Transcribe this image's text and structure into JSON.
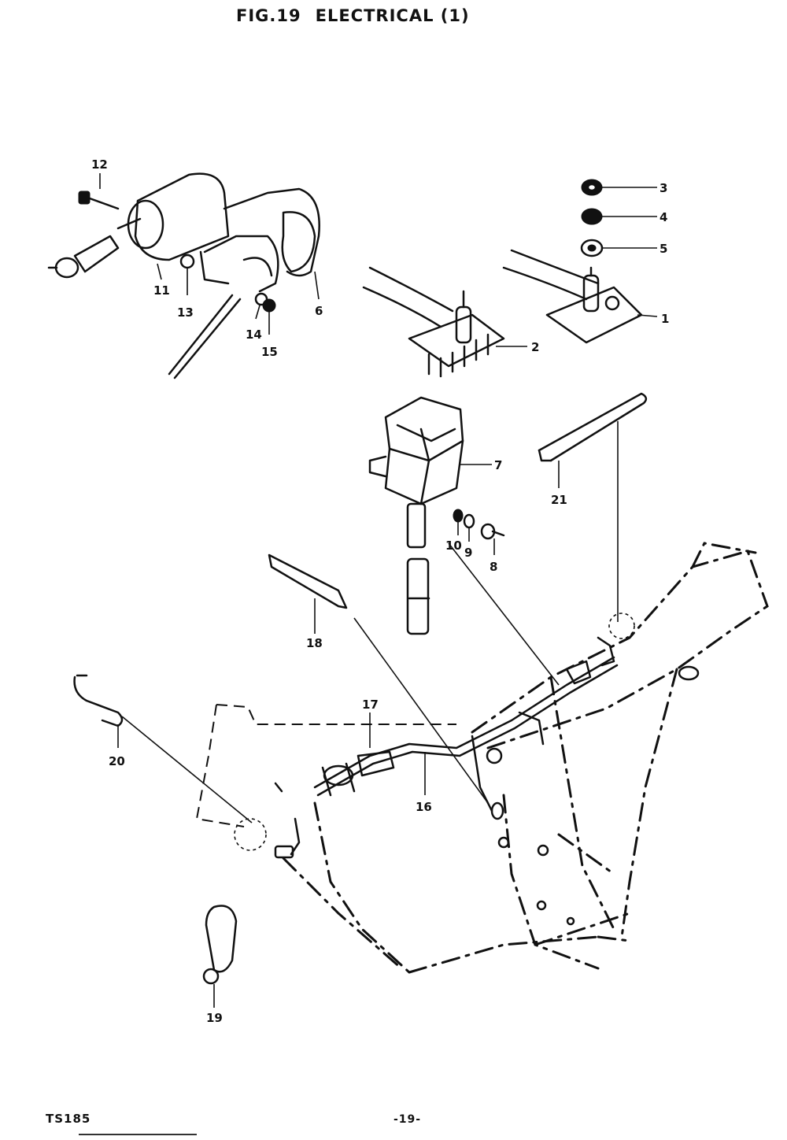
{
  "header": {
    "fig": "FIG.19",
    "title": "ELECTRICAL (1)"
  },
  "callouts": [
    {
      "id": "c1",
      "text": "1"
    },
    {
      "id": "c2",
      "text": "2"
    },
    {
      "id": "c3",
      "text": "3"
    },
    {
      "id": "c4",
      "text": "4"
    },
    {
      "id": "c5",
      "text": "5"
    },
    {
      "id": "c6",
      "text": "6"
    },
    {
      "id": "c7",
      "text": "7"
    },
    {
      "id": "c8",
      "text": "8"
    },
    {
      "id": "c9",
      "text": "9"
    },
    {
      "id": "c10",
      "text": "10"
    },
    {
      "id": "c11",
      "text": "11"
    },
    {
      "id": "c12",
      "text": "12"
    },
    {
      "id": "c13",
      "text": "13"
    },
    {
      "id": "c14",
      "text": "14"
    },
    {
      "id": "c15",
      "text": "15"
    },
    {
      "id": "c16",
      "text": "16"
    },
    {
      "id": "c17",
      "text": "17"
    },
    {
      "id": "c18",
      "text": "18"
    },
    {
      "id": "c19",
      "text": "19"
    },
    {
      "id": "c20",
      "text": "20"
    },
    {
      "id": "c21",
      "text": "21"
    }
  ],
  "footer": {
    "model": "TS185",
    "page": "-19-"
  }
}
